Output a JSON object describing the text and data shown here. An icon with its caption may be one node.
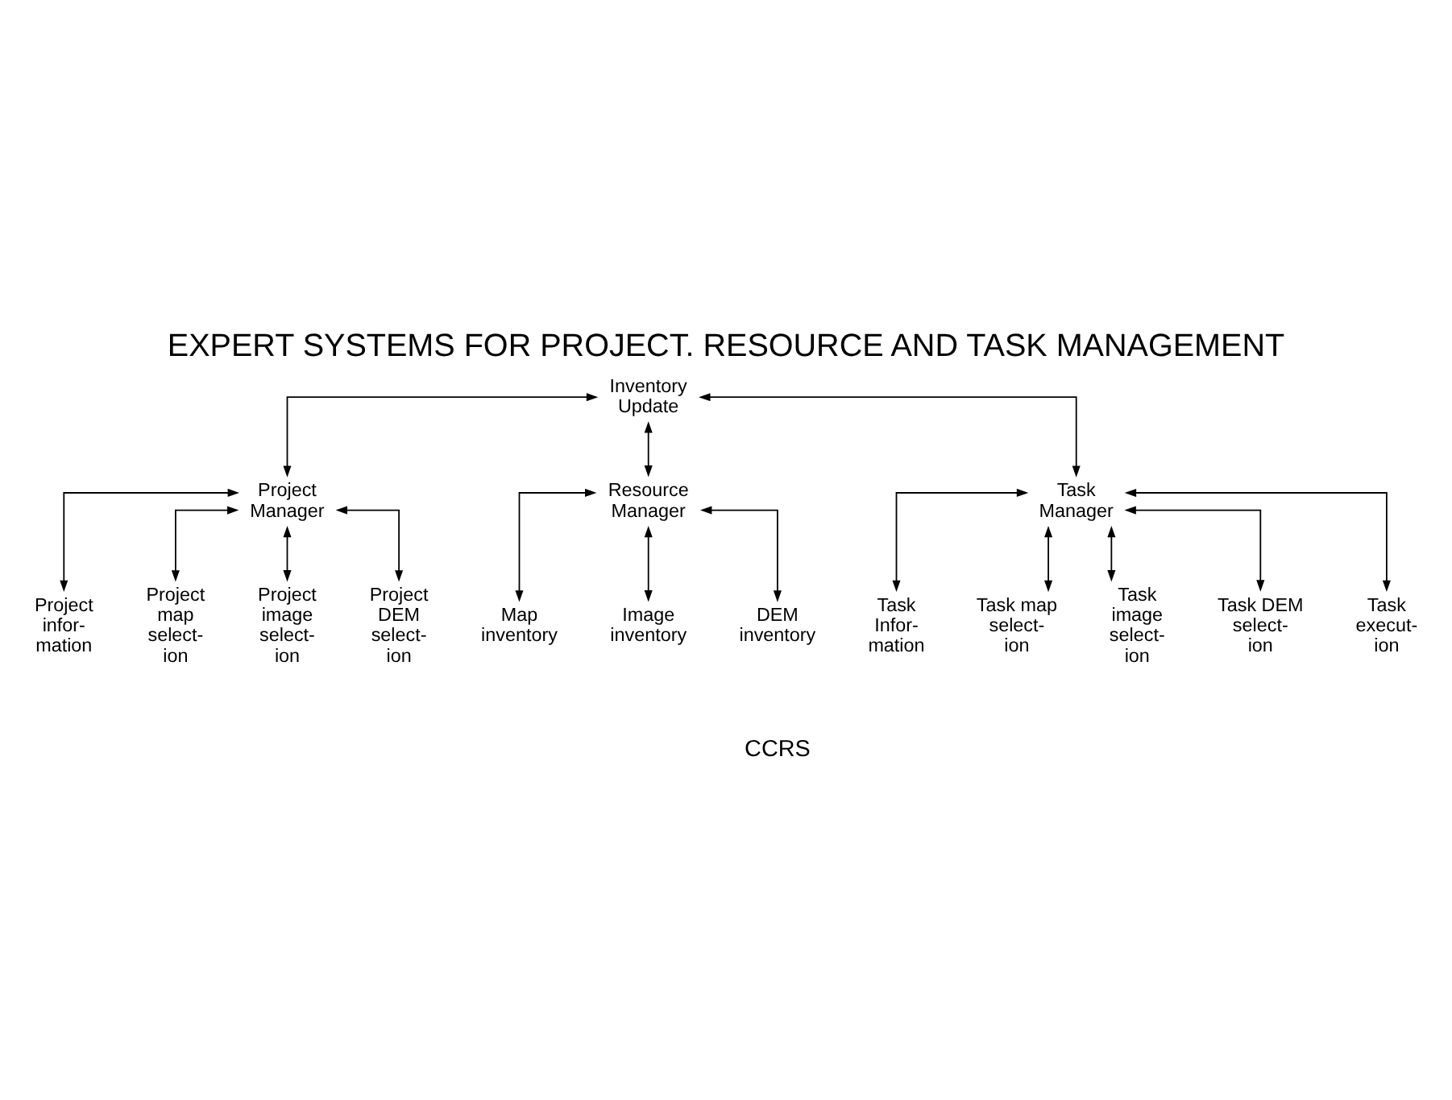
{
  "diagram": {
    "title": "EXPERT SYSTEMS FOR PROJECT. RESOURCE AND TASK MANAGEMENT",
    "nodes": [
      {
        "text": [
          "Inventory Update"
        ]
      },
      {
        "text": [
          "Project Manager"
        ]
      },
      {
        "text": [
          "Resource Manager"
        ]
      },
      {
        "text": [
          "Task Manager"
        ]
      },
      {
        "text": [
          "Project infor- mation"
        ]
      },
      {
        "text": [
          "Project map select- ion"
        ]
      },
      {
        "text": [
          "Project image select- ion"
        ]
      },
      {
        "text": [
          "Project DEM select- ion"
        ]
      },
      {
        "text": [
          "Task Infor- mation"
        ]
      },
      {
        "text": [
          "Task map select- ion"
        ]
      },
      {
        "text": [
          "Task image select- ion"
        ]
      },
      {
        "text": [
          "Task DEM select- ion"
        ]
      },
      {
        "text": [
          "Task execut- ion"
        ]
      },
      {
        "text": [
          "Map inventory"
        ]
      },
      {
        "text": [
          "Image inventory"
        ]
      },
      {
        "text": [
          "DEM inventory"
        ]
      }
    ],
    "edges": [
      {
        "from": 0,
        "to": 1,
        "arrow": "both"
      },
      {
        "from": 0,
        "to": 2,
        "arrow": "both"
      },
      {
        "from": 0,
        "to": 3,
        "arrow": "both"
      },
      {
        "from": 1,
        "to": 4,
        "arrow": "both"
      },
      {
        "from": 1,
        "to": 5,
        "arrow": "both"
      },
      {
        "from": 1,
        "to": 6,
        "arrow": "both"
      },
      {
        "from": 1,
        "to": 7,
        "arrow": "both"
      },
      {
        "from": 3,
        "to": 8,
        "arrow": "both"
      },
      {
        "from": 3,
        "to": 9,
        "arrow": "both"
      },
      {
        "from": 3,
        "to": 10,
        "arrow": "both"
      },
      {
        "from": 3,
        "to": 11,
        "arrow": "both"
      },
      {
        "from": 3,
        "to": 12,
        "arrow": "both"
      },
      {
        "from": 2,
        "to": 13,
        "arrow": "both"
      },
      {
        "from": 2,
        "to": 14,
        "arrow": "both"
      },
      {
        "from": 2,
        "to": 15,
        "arrow": "both"
      }
    ],
    "labels": [
      "CCRS"
    ]
  }
}
